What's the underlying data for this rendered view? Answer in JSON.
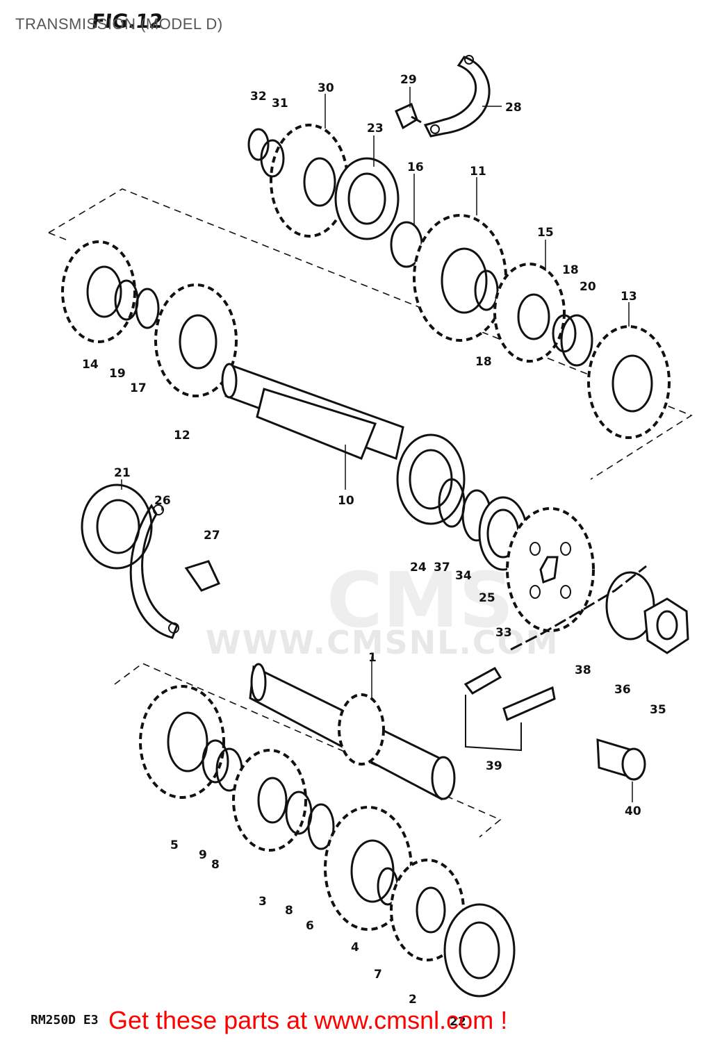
{
  "header": {
    "title": "TRANSMISSION (MODEL D)",
    "figure_label": "FIG.12"
  },
  "watermark": {
    "logo_text": "CMS",
    "url_text": "WWW.CMSNL.COM"
  },
  "footer": {
    "model_code": "RM250D E3",
    "promo": "Get these parts at www.cmsnl.com !"
  },
  "colors": {
    "line": "#111111",
    "promo": "#ff0000",
    "watermark": "#e6e6e6",
    "header": "#555555"
  },
  "parts": [
    {
      "name": "part-1",
      "label": "1"
    },
    {
      "name": "part-2",
      "label": "2"
    },
    {
      "name": "part-3",
      "label": "3"
    },
    {
      "name": "part-4",
      "label": "4"
    },
    {
      "name": "part-5",
      "label": "5"
    },
    {
      "name": "part-6",
      "label": "6"
    },
    {
      "name": "part-7",
      "label": "7"
    },
    {
      "name": "part-8a",
      "label": "8"
    },
    {
      "name": "part-8b",
      "label": "8"
    },
    {
      "name": "part-9",
      "label": "9"
    },
    {
      "name": "part-10",
      "label": "10"
    },
    {
      "name": "part-11",
      "label": "11"
    },
    {
      "name": "part-12",
      "label": "12"
    },
    {
      "name": "part-13",
      "label": "13"
    },
    {
      "name": "part-14",
      "label": "14"
    },
    {
      "name": "part-15",
      "label": "15"
    },
    {
      "name": "part-16",
      "label": "16"
    },
    {
      "name": "part-17",
      "label": "17"
    },
    {
      "name": "part-18a",
      "label": "18"
    },
    {
      "name": "part-18b",
      "label": "18"
    },
    {
      "name": "part-19",
      "label": "19"
    },
    {
      "name": "part-20",
      "label": "20"
    },
    {
      "name": "part-21",
      "label": "21"
    },
    {
      "name": "part-22",
      "label": "22"
    },
    {
      "name": "part-23",
      "label": "23"
    },
    {
      "name": "part-24",
      "label": "24"
    },
    {
      "name": "part-25",
      "label": "25"
    },
    {
      "name": "part-26",
      "label": "26"
    },
    {
      "name": "part-27",
      "label": "27"
    },
    {
      "name": "part-28",
      "label": "28"
    },
    {
      "name": "part-29",
      "label": "29"
    },
    {
      "name": "part-30",
      "label": "30"
    },
    {
      "name": "part-31",
      "label": "31"
    },
    {
      "name": "part-32",
      "label": "32"
    },
    {
      "name": "part-33",
      "label": "33"
    },
    {
      "name": "part-34",
      "label": "34"
    },
    {
      "name": "part-35",
      "label": "35"
    },
    {
      "name": "part-36",
      "label": "36"
    },
    {
      "name": "part-37",
      "label": "37"
    },
    {
      "name": "part-38",
      "label": "38"
    },
    {
      "name": "part-39",
      "label": "39"
    },
    {
      "name": "part-40",
      "label": "40"
    }
  ]
}
